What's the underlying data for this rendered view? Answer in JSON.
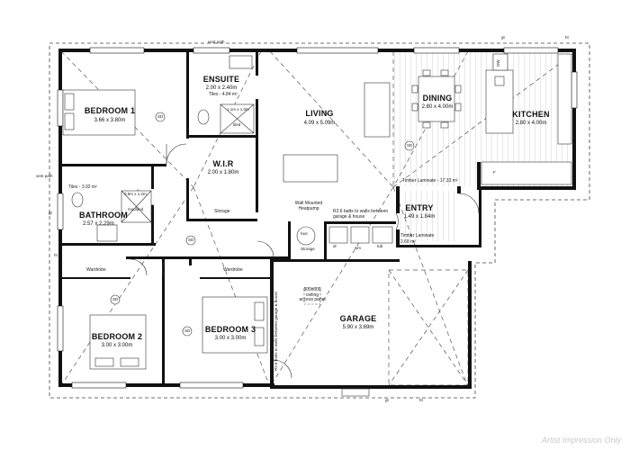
{
  "rooms": {
    "ensuite": {
      "name": "ENSUITE",
      "size": "2.00 x 2.40m",
      "tiles": "Tiles - 4.84 m²"
    },
    "bedroom1": {
      "name": "BEDROOM 1",
      "size": "3.66 x 3.80m"
    },
    "living": {
      "name": "LIVING",
      "size": "4.09 x 5.09m"
    },
    "dining": {
      "name": "DINING",
      "size": "2.80 x 4.00m"
    },
    "kitchen": {
      "name": "KITCHEN",
      "size": "2.80 x 4.00m"
    },
    "wir": {
      "name": "W.I.R",
      "size": "2.00 x 1.80m"
    },
    "bathroom": {
      "name": "BATHROOM",
      "size": "2.57 x 2.29m",
      "tiles": "Tiles - 3.92 m²"
    },
    "entry": {
      "name": "ENTRY",
      "size": "1.49 x 1.84m",
      "floor": "Timber Laminate",
      "floor_area": "2.68 m²"
    },
    "bedroom2": {
      "name": "BEDROOM 2",
      "size": "3.00 x 3.00m"
    },
    "bedroom3": {
      "name": "BEDROOM 3",
      "size": "3.00 x 3.00m"
    },
    "garage": {
      "name": "GARAGE",
      "size": "5.90 x 3.69m"
    }
  },
  "labels": {
    "vent_path_top": "vent path",
    "vent_path_left": "vent path",
    "gt_top": "gt",
    "ht_top": "ht",
    "gt_left": "gt",
    "ht_left": "ht",
    "gt_bottom": "gt",
    "ht_bottom": "ht",
    "dw": "DW",
    "fridge": "F",
    "shower_ensuite": "1.1m x 1.0m",
    "tiled_ensuite": "tiled",
    "shower_bath": "0.9m x 1.2m",
    "moulded": "moulded",
    "storage_hall": "Storage",
    "storage_laundry": "Storage",
    "hwc": "hwc",
    "dr": "dr",
    "wm": "wm",
    "tub": "tub",
    "wall_heatpump": "Wall Mounted Heatpump",
    "batts_note": "R2.6 batts to walls between garage & house",
    "batts_vertical": "R2.6 batts to walls between garage & house",
    "timber_laminate_kitchen": "Timber Laminate - 17.33 m²",
    "ceiling_access": "600x600 ceiling access panel",
    "wardrobe_b2": "Wardrobe",
    "wardrobe_b3": "Wardrobe",
    "sd": "SD"
  },
  "watermark": "Artist Impression Only"
}
